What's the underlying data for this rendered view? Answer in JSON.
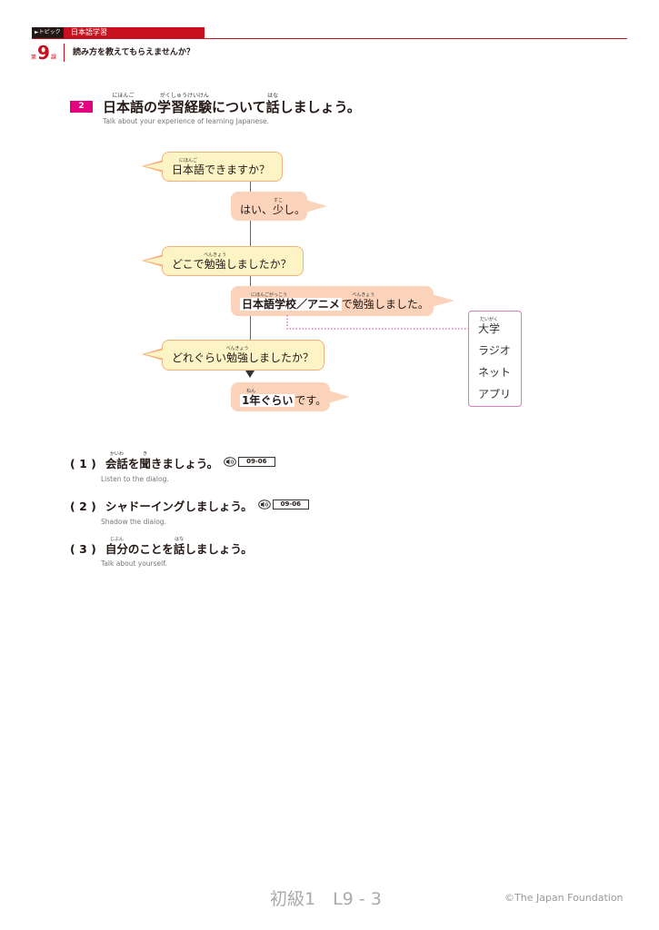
{
  "header": {
    "topic_tag": "►トピック",
    "topic": "日本語学習",
    "lesson_pre": "第",
    "lesson_num": "9",
    "lesson_post": "課",
    "lesson_title": "読み方を教えてもらえませんか？"
  },
  "section": {
    "number": "2",
    "title": [
      {
        "t": "日本語",
        "r": "にほんご"
      },
      {
        "t": "の"
      },
      {
        "t": "学習経験",
        "r": "がくしゅうけいけん"
      },
      {
        "t": "について"
      },
      {
        "t": "話",
        "r": "はな"
      },
      {
        "t": "しましょう。"
      }
    ],
    "subtitle": "Talk about your experience of learning Japanese."
  },
  "dialog": {
    "b1": {
      "k": "日本語",
      "r": "にほんご",
      "rest": "できますか？"
    },
    "b2": {
      "a": "はい、",
      "k": "少",
      "r": "すこ",
      "rest": "し。"
    },
    "b3": {
      "a": "どこで",
      "k": "勉強",
      "r": "べんきょう",
      "rest": "しましたか？"
    },
    "b4": {
      "k": "日本語学校",
      "r": "にほんごがっこう",
      "hl_rest": "／アニメ",
      "mid": "で",
      "k2": "勉強",
      "r2": "べんきょう",
      "rest": "しました。"
    },
    "b5": {
      "a": "どれぐらい",
      "k": "勉強",
      "r": "べんきょう",
      "rest": "しましたか？"
    },
    "b6": {
      "k": "1年",
      "r": "ねん",
      "hl_rest": "ぐらい",
      "rest": "です。"
    },
    "options": [
      {
        "t": "大学",
        "r": "だいがく"
      },
      {
        "t": "ラジオ"
      },
      {
        "t": "ネット"
      },
      {
        "t": "アプリ"
      }
    ]
  },
  "tasks": [
    {
      "num": "( 1 )",
      "k1": "会話",
      "r1": "かいわ",
      "m": "を",
      "k2": "聞",
      "r2": "き",
      "rest": "きましょう。",
      "audio": "09-06",
      "sub": "Listen to the dialog."
    },
    {
      "num": "( 2 )",
      "text": "シャドーイングしましょう。",
      "audio": "09-06",
      "sub": "Shadow the dialog."
    },
    {
      "num": "( 3 )",
      "k1": "自分",
      "r1": "じぶん",
      "m": "のことを",
      "k2": "話",
      "r2": "はな",
      "rest": "しましょう。",
      "sub": "Talk about yourself."
    }
  ],
  "footer": {
    "level": "初級1　L9 - 3",
    "copyright": "©The Japan Foundation"
  }
}
